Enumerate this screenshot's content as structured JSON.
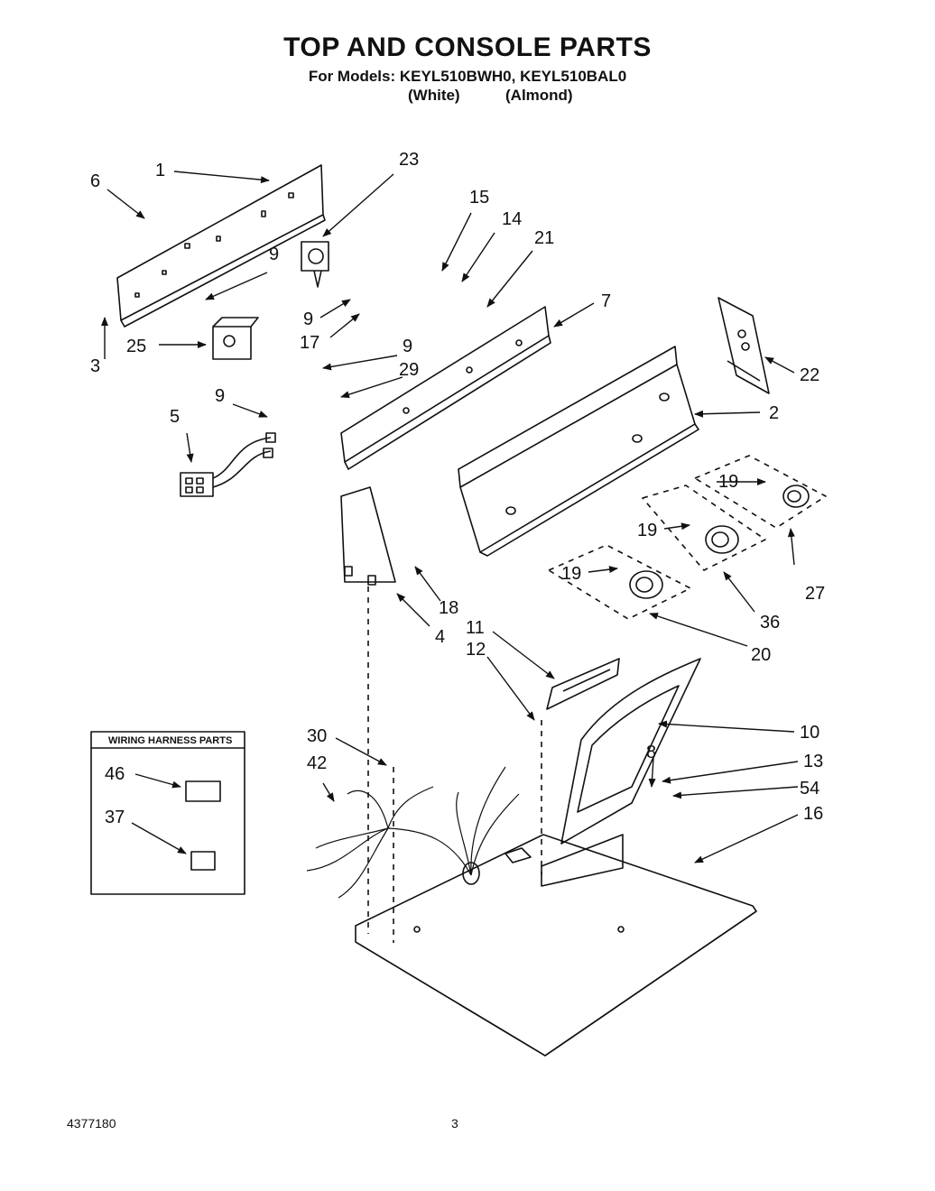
{
  "header": {
    "title": "TOP AND CONSOLE PARTS",
    "models_line": "For Models: KEYL510BWH0, KEYL510BAL0",
    "color_white": "(White)",
    "color_almond": "(Almond)"
  },
  "inset": {
    "title": "WIRING HARNESS PARTS"
  },
  "callouts": {
    "c1": "1",
    "c2": "2",
    "c3": "3",
    "c4": "4",
    "c5": "5",
    "c6": "6",
    "c7": "7",
    "c8": "8",
    "c9a": "9",
    "c9b": "9",
    "c9c": "9",
    "c9d": "9",
    "c10": "10",
    "c11": "11",
    "c12": "12",
    "c13": "13",
    "c14": "14",
    "c15": "15",
    "c16": "16",
    "c17": "17",
    "c18": "18",
    "c19a": "19",
    "c19b": "19",
    "c19c": "19",
    "c20": "20",
    "c21": "21",
    "c22": "22",
    "c23": "23",
    "c25": "25",
    "c27": "27",
    "c29": "29",
    "c30": "30",
    "c36": "36",
    "c37": "37",
    "c42": "42",
    "c46": "46",
    "c54": "54"
  },
  "footer": {
    "doc_number": "4377180",
    "page_number": "3"
  }
}
